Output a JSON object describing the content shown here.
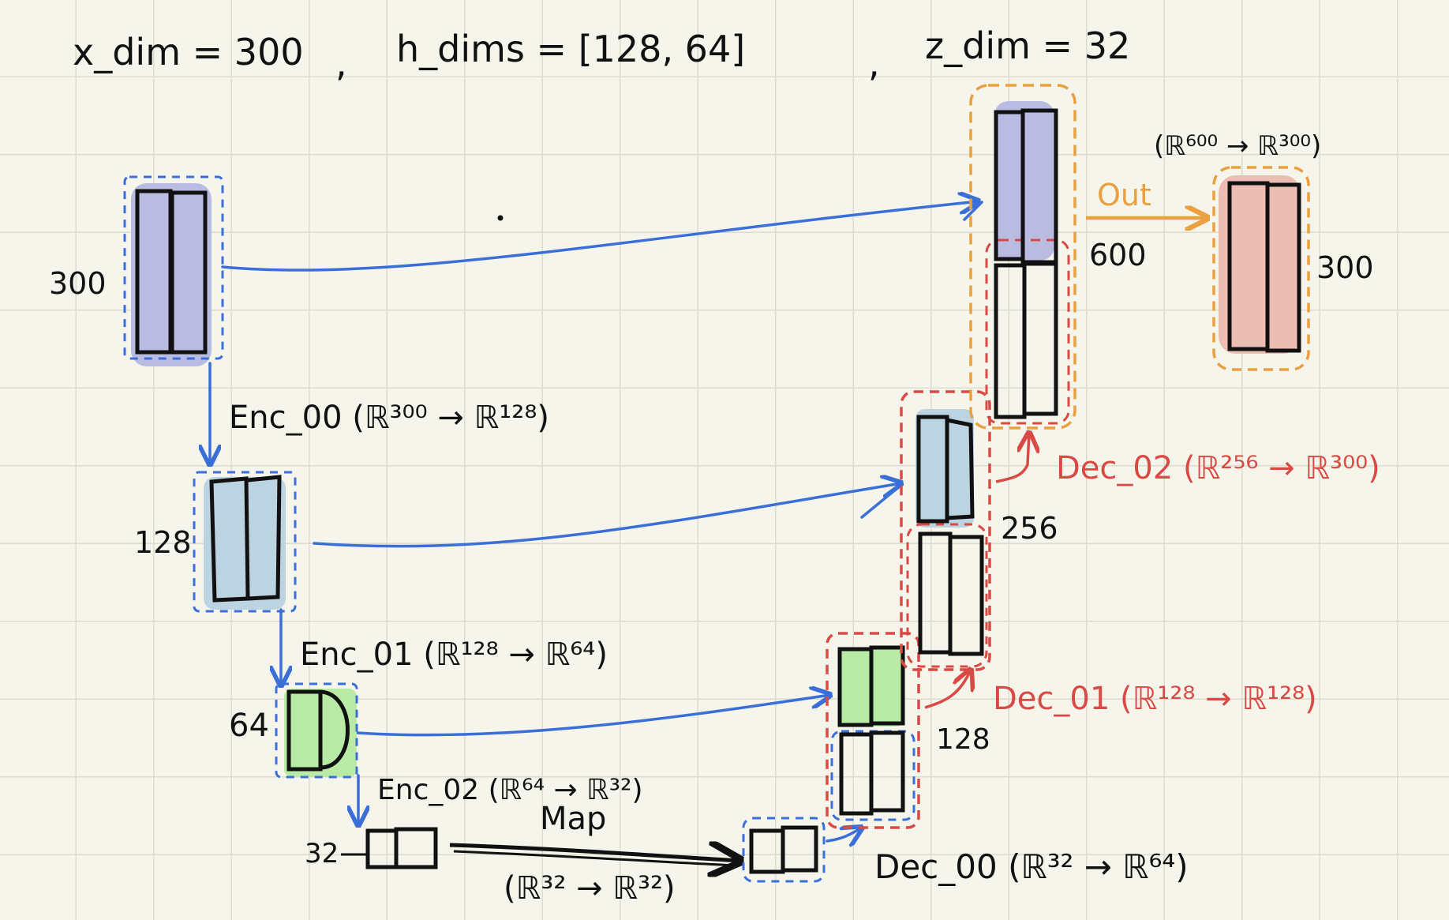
{
  "header": {
    "x_dim": "x_dim = 300",
    "h_dims": "h_dims = [128, 64]",
    "z_dim": "z_dim = 32",
    "sep1": ",",
    "sep2": ","
  },
  "encoder": {
    "input_size": "300",
    "enc0_size": "128",
    "enc1_size": "64",
    "latent_size": "32",
    "enc00_label": "Enc_00 (ℝ³⁰⁰ → ℝ¹²⁸)",
    "enc01_label": "Enc_01 (ℝ¹²⁸ → ℝ⁶⁴)",
    "enc02_label": "Enc_02 (ℝ⁶⁴ → ℝ³²)"
  },
  "map": {
    "label": "Map",
    "sublabel": "(ℝ³² → ℝ³²)"
  },
  "decoder": {
    "dec00_label": "Dec_00 (ℝ³² → ℝ⁶⁴)",
    "dec01_label": "Dec_01 (ℝ¹²⁸ → ℝ¹²⁸)",
    "dec02_label": "Dec_02 (ℝ²⁵⁶ → ℝ³⁰⁰)",
    "size_128": "128",
    "size_256": "256",
    "size_600": "600"
  },
  "output": {
    "label": "Out",
    "mapping": "(ℝ⁶⁰⁰ → ℝ³⁰⁰)",
    "size": "300"
  },
  "colors": {
    "skip_arrow": "#3a6fd8",
    "decoder_group": "#d94a44",
    "output_group": "#e8a040",
    "input_fill": "#b9bce0",
    "hidden128_fill": "#bcd3e2",
    "hidden64_fill": "#b9eba6",
    "output_fill": "#ecbdb3"
  }
}
